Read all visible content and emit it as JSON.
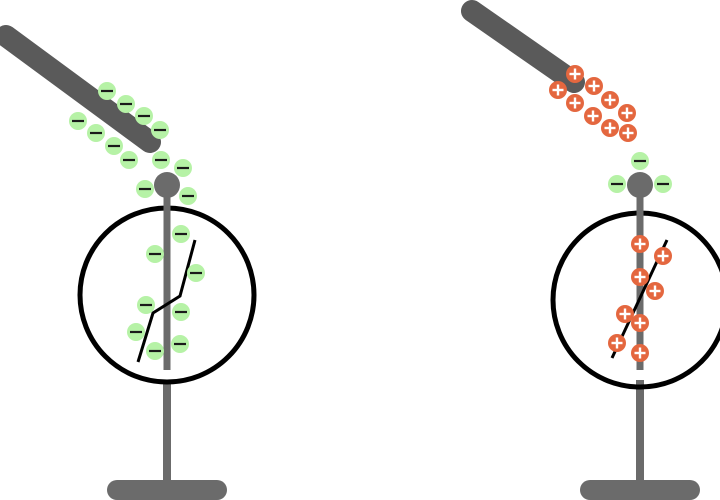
{
  "colors": {
    "background": "#ffffff",
    "rod": "#5a5a5a",
    "stand": "#6b6b6b",
    "ring": "#000000",
    "leaf": "#000000",
    "negative_fill": "#b6f2a6",
    "negative_sign": "#1a1a1a",
    "positive_fill": "#e4673f",
    "positive_sign": "#ffffff"
  },
  "icons": {
    "negative_charge": "minus-sign-circle",
    "positive_charge": "plus-sign-circle"
  },
  "scenes": [
    {
      "id": "electroscope-negative",
      "charge_sign": "negative",
      "symbol": "−"
    },
    {
      "id": "electroscope-positive",
      "charge_sign": "positive",
      "symbol": "+"
    }
  ]
}
